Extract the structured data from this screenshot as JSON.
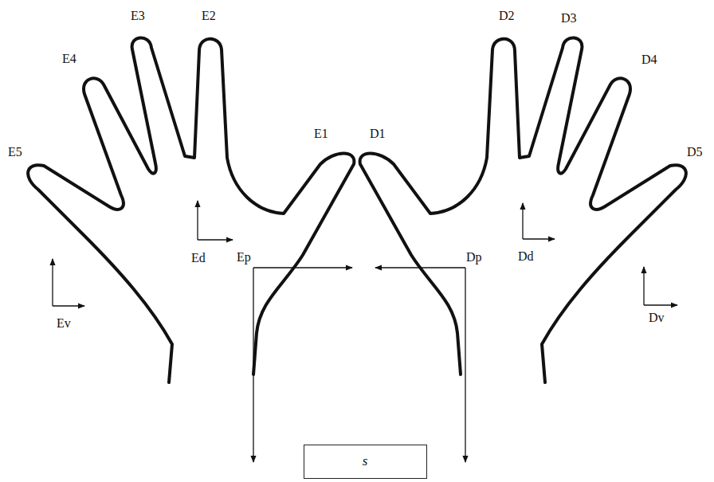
{
  "diagram": {
    "nodes": [
      {
        "text": [
          "s"
        ]
      }
    ],
    "labels": [
      "E5",
      "E4",
      "E3",
      "E2",
      "E1",
      "D1",
      "D2",
      "D3",
      "D4",
      "D5",
      "Ed",
      "Ep",
      "Ev",
      "Dd",
      "Dp",
      "Dv"
    ]
  }
}
